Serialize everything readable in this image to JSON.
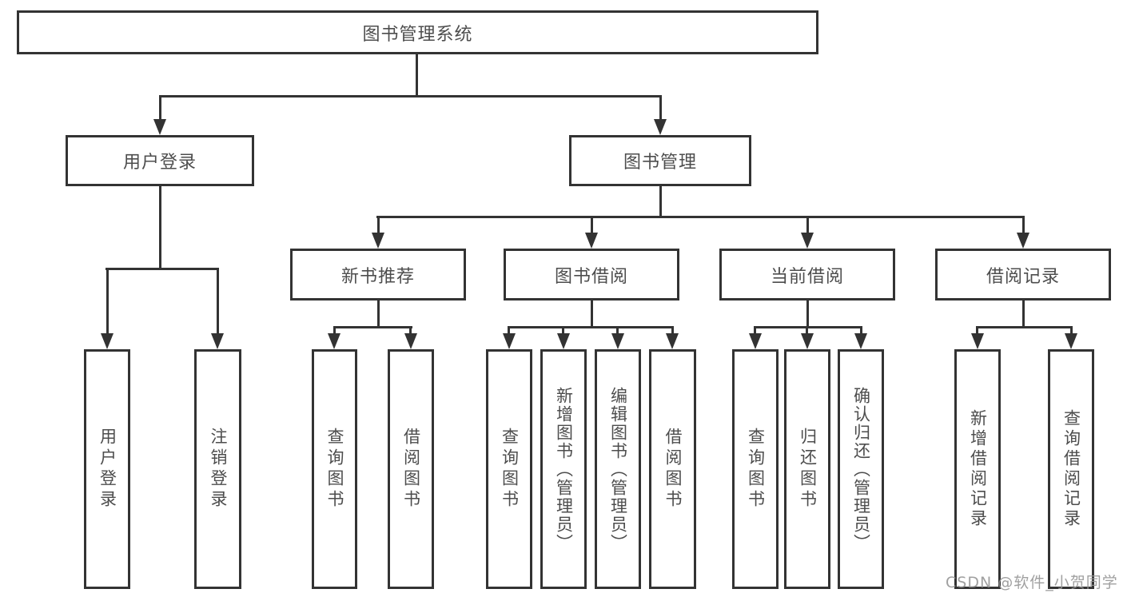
{
  "diagram": {
    "type": "hierarchy",
    "title": "图书管理系统",
    "colors": {
      "line": "#333333",
      "box_border": "#333333",
      "box_fill": "#ffffff",
      "text": "#4d4d4d",
      "background": "#ffffff",
      "watermark": "#969696"
    },
    "watermark": {
      "text": "CSDN @软件_小贺同学"
    },
    "tree": {
      "label": "图书管理系统",
      "children": [
        {
          "label": "用户登录",
          "children": [
            {
              "label": "用户登录"
            },
            {
              "label": "注销登录"
            }
          ]
        },
        {
          "label": "图书管理",
          "children": [
            {
              "label": "新书推荐",
              "children": [
                {
                  "label": "查询图书"
                },
                {
                  "label": "借阅图书"
                }
              ]
            },
            {
              "label": "图书借阅",
              "children": [
                {
                  "label": "查询图书"
                },
                {
                  "label": "新增图书（管理员）"
                },
                {
                  "label": "编辑图书（管理员）"
                },
                {
                  "label": "借阅图书"
                }
              ]
            },
            {
              "label": "当前借阅",
              "children": [
                {
                  "label": "查询图书"
                },
                {
                  "label": "归还图书"
                },
                {
                  "label": "确认归还（管理员）"
                }
              ]
            },
            {
              "label": "借阅记录",
              "children": [
                {
                  "label": "新增借阅记录"
                },
                {
                  "label": "查询借阅记录"
                }
              ]
            }
          ]
        }
      ]
    }
  }
}
